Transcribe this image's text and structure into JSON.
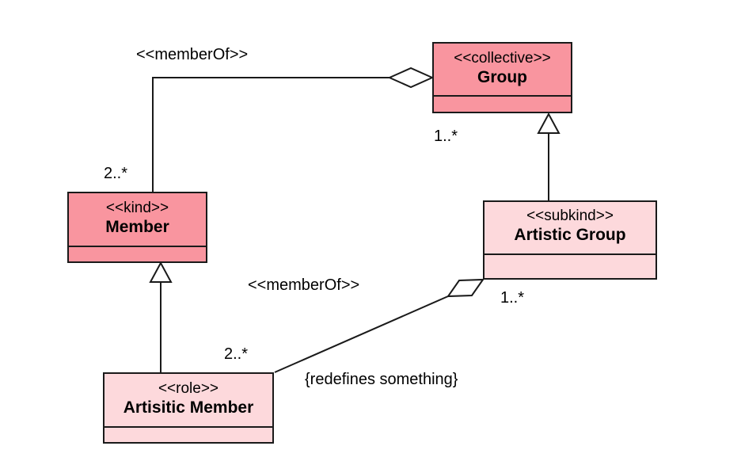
{
  "colors": {
    "strong_fill": "#f9959f",
    "light_fill": "#fdd9dc",
    "stroke": "#1a1a1a"
  },
  "classes": {
    "group": {
      "stereotype": "<<collective>>",
      "name": "Group"
    },
    "member": {
      "stereotype": "<<kind>>",
      "name": "Member"
    },
    "artistic_group": {
      "stereotype": "<<subkind>>",
      "name": "Artistic Group"
    },
    "artistic_member": {
      "stereotype": "<<role>>",
      "name": "Artisitic Member"
    }
  },
  "associations": {
    "top": {
      "name": "<<memberOf>>",
      "whole_multiplicity": "1..*",
      "part_multiplicity": "2..*"
    },
    "bottom": {
      "name": "<<memberOf>>",
      "whole_multiplicity": "1..*",
      "part_multiplicity": "2..*",
      "constraint": "{redefines something}"
    }
  }
}
